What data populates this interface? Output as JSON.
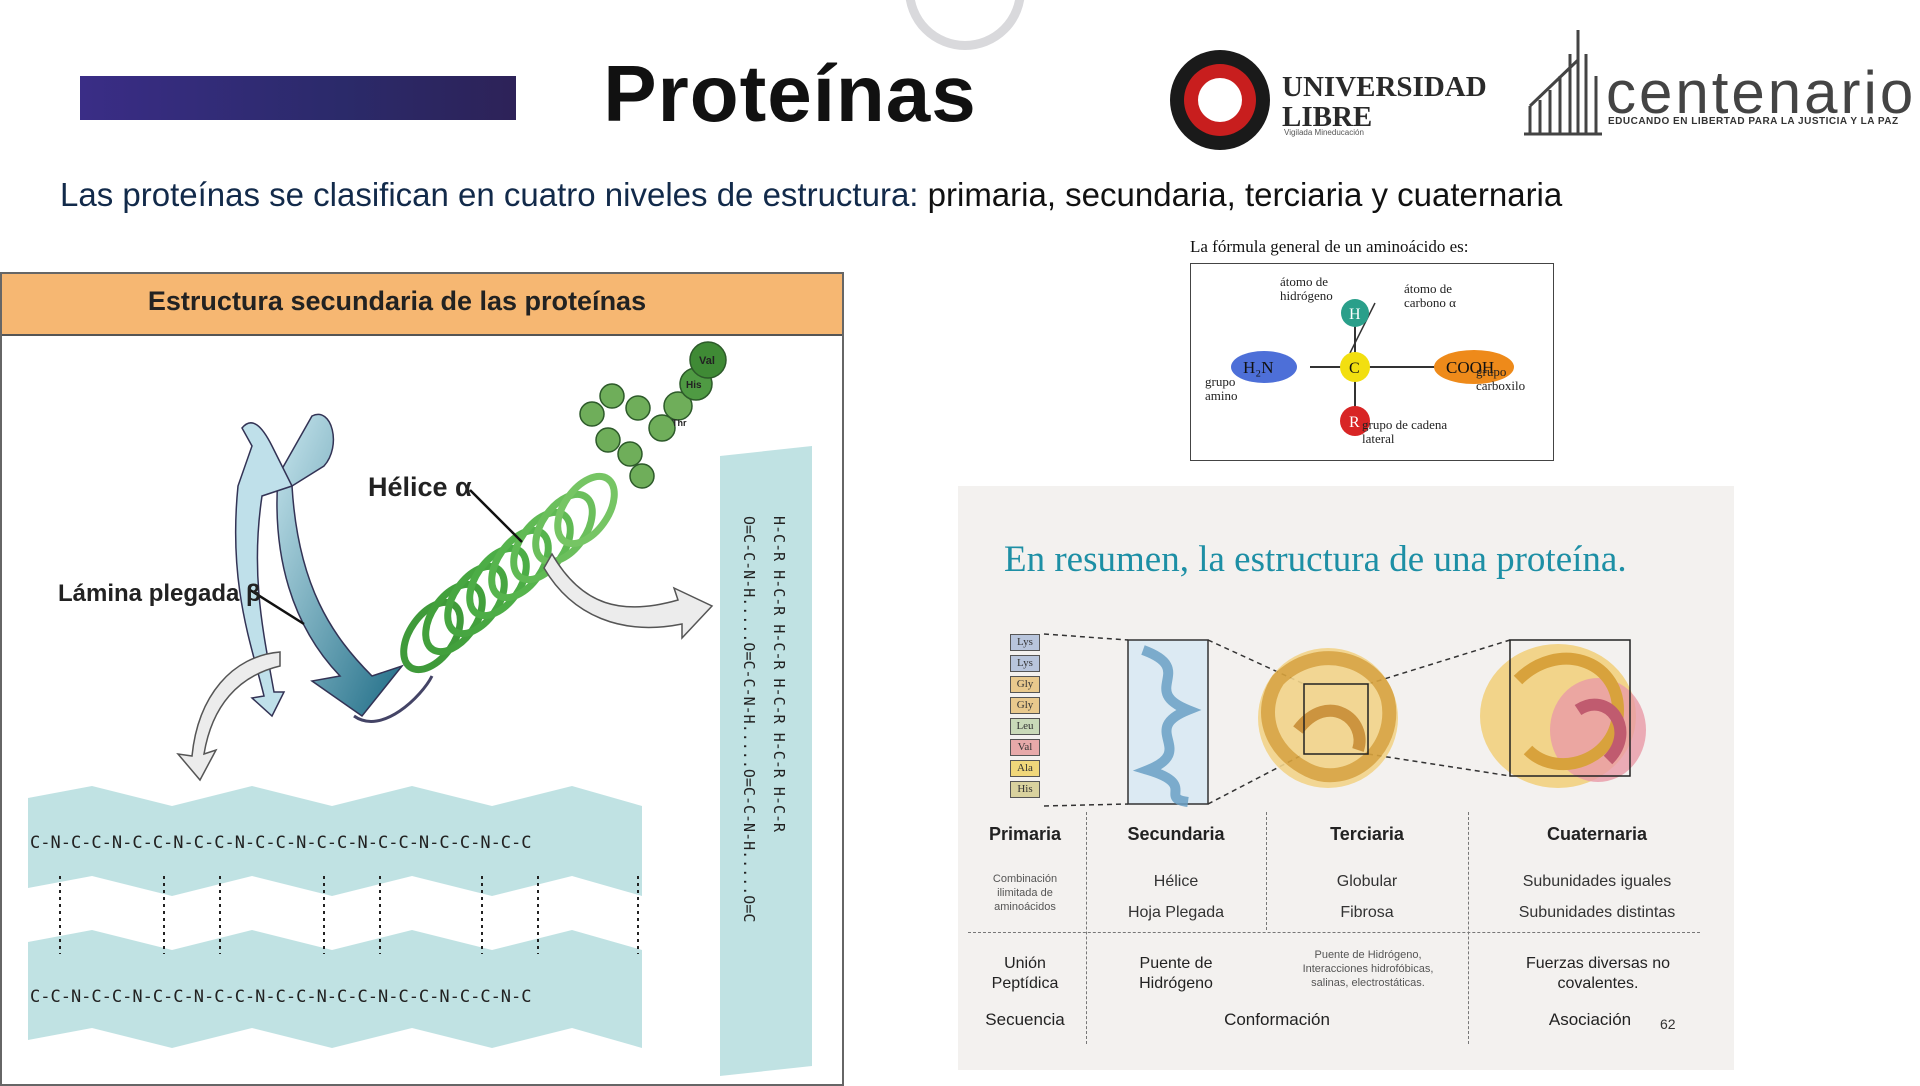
{
  "slide": {
    "title": "Proteínas",
    "subtitle_part1": "Las proteínas se clasifican en cuatro niveles de estructura:",
    "subtitle_part2": "primaria, secundaria, terciaria y cuaternaria",
    "colors": {
      "title_bar": "#2d2a6e",
      "accent_orange": "#f6b772",
      "summary_title": "#1d8fa5"
    }
  },
  "logos": {
    "universidad_line1": "UNIVERSIDAD",
    "universidad_line2": "LIBRE",
    "universidad_motto": "Vigilada Mineducación",
    "centenario_word": "centenario",
    "centenario_motto": "EDUCANDO EN LIBERTAD PARA LA JUSTICIA Y LA PAZ"
  },
  "secondary_panel": {
    "title": "Estructura secundaria de las proteínas",
    "helix_label": "Hélice α",
    "sheet_label": "Lámina plegada β",
    "residue_labels": [
      "Val",
      "His",
      "Thr"
    ]
  },
  "formula": {
    "caption": "La fórmula general de un aminoácido es:",
    "h_label": "átomo de hidrógeno",
    "c_label": "átomo de carbono α",
    "amino_label": "grupo amino",
    "carboxyl_label": "grupo carboxilo",
    "side_label": "grupo de cadena lateral",
    "atoms": {
      "h": "H",
      "c": "C",
      "r": "R",
      "nh2": "H₂N",
      "cooh": "COOH"
    }
  },
  "summary": {
    "title": "En resumen, la estructura de una proteína.",
    "amino_chain": [
      "Lys",
      "Lys",
      "Gly",
      "Gly",
      "Leu",
      "Val",
      "Ala",
      "His"
    ],
    "columns": [
      {
        "head": "Primaria",
        "sub": [
          "Combinación ilimitada de aminoácidos"
        ]
      },
      {
        "head": "Secundaria",
        "sub": [
          "Hélice",
          "Hoja Plegada"
        ]
      },
      {
        "head": "Terciaria",
        "sub": [
          "Globular",
          "Fibrosa"
        ]
      },
      {
        "head": "Cuaternaria",
        "sub": [
          "Subunidades iguales",
          "Subunidades distintas"
        ]
      }
    ],
    "forces": [
      "Unión Peptídica",
      "Puente de Hidrógeno",
      "Puente de Hidrógeno, Interacciones hidrofóbicas, salinas, electrostáticas.",
      "Fuerzas diversas no covalentes."
    ],
    "groups": [
      "Secuencia",
      "Conformación",
      "Asociación"
    ],
    "page_number": "62"
  }
}
